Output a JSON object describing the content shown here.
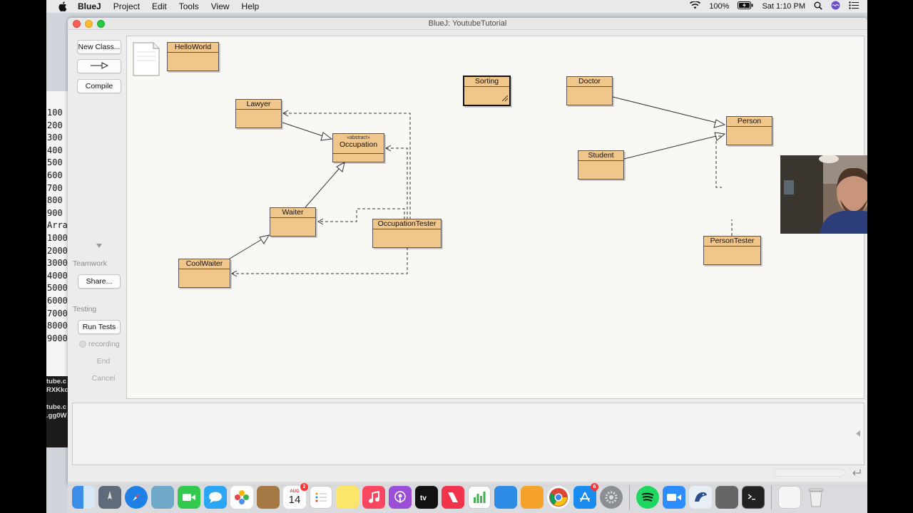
{
  "menubar": {
    "items": [
      "BlueJ",
      "Project",
      "Edit",
      "Tools",
      "View",
      "Help"
    ],
    "battery": "100%",
    "clock": "Sat 1:10 PM"
  },
  "background": {
    "terminal_lines": [
      "100",
      "200",
      "300",
      "400",
      "500",
      "600",
      "700",
      "800",
      "900",
      "Arra",
      "1000",
      "2000",
      "3000",
      "4000",
      "5000",
      "6000",
      "7000",
      "8000",
      "9000"
    ],
    "browser_lines": [
      "tube.c",
      "RXKkc",
      "",
      "tube.c",
      ".gg0W"
    ]
  },
  "window": {
    "title": "BlueJ:  YoutubeTutorial"
  },
  "toolbar": {
    "new_class": "New Class...",
    "compile": "Compile",
    "teamwork_label": "Teamwork",
    "share": "Share...",
    "testing_label": "Testing",
    "run_tests": "Run Tests",
    "recording": "recording",
    "end": "End",
    "cancel": "Cancel"
  },
  "classes": {
    "helloworld": "HelloWorld",
    "lawyer": "Lawyer",
    "occupation_stereotype": "«abstract»",
    "occupation": "Occupation",
    "waiter": "Waiter",
    "coolwaiter": "CoolWaiter",
    "occupationtester": "OccupationTester",
    "sorting": "Sorting",
    "doctor": "Doctor",
    "student": "Student",
    "person": "Person",
    "persontester": "PersonTester"
  },
  "colors": {
    "class_fill": "#f1c68a",
    "canvas": "#f9f8f5"
  },
  "dock": {
    "calendar_month": "AUG",
    "calendar_day": "14",
    "calendar_badge": "2",
    "appstore_badge": "6"
  }
}
